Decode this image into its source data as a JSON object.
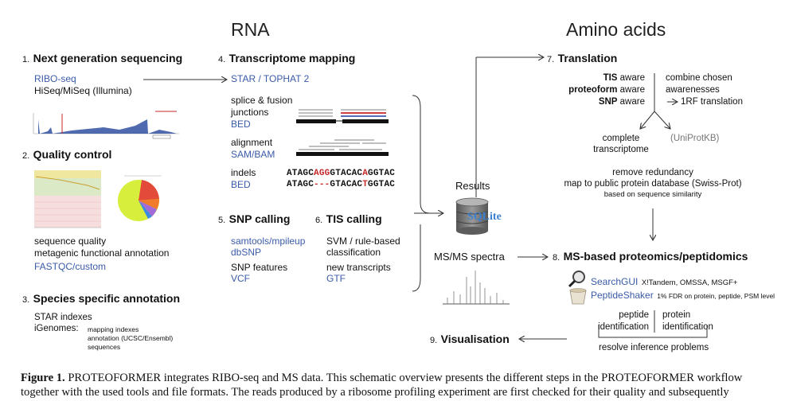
{
  "headers": {
    "rna": "RNA",
    "amino": "Amino acids"
  },
  "s1": {
    "num": "1.",
    "title": "Next generation sequencing",
    "ribo": "RIBO-seq",
    "hiseq": "HiSeq/MiSeq (Illumina)"
  },
  "s2": {
    "num": "2.",
    "title": "Quality control",
    "l1": "sequence quality",
    "l2": "metagenic functional annotation",
    "tool": "FASTQC/custom"
  },
  "s3": {
    "num": "3.",
    "title": "Species specific annotation",
    "l1": "STAR indexes",
    "l2": "iGenomes:",
    "sub1": "mapping indexes",
    "sub2": "annotation (UCSC/Ensembl)",
    "sub3": "sequences"
  },
  "s4": {
    "num": "4.",
    "title": "Transcriptome mapping",
    "tool": "STAR / TOPHAT 2",
    "splice1": "splice & fusion",
    "splice2": "junctions",
    "bed1": "BED",
    "align": "alignment",
    "sambam": "SAM/BAM",
    "indels": "indels",
    "bed2": "BED",
    "seq1": {
      "a": "ATAGC",
      "b": "AGG",
      "c": "GTACAC",
      "d": "A",
      "e": "GGTAC"
    },
    "seq2": {
      "a": "ATAGC",
      "b": "---",
      "c": "GTACAC",
      "d": "T",
      "e": "GGTAC"
    }
  },
  "s5": {
    "num": "5.",
    "title": "SNP calling",
    "tool1": "samtools/mpileup",
    "tool2": "dbSNP",
    "feat": "SNP features",
    "fmt": "VCF"
  },
  "s6": {
    "num": "6.",
    "title": "TIS calling",
    "l1": "SVM / rule-based",
    "l2": "classification",
    "l3": "new transcripts",
    "fmt": "GTF"
  },
  "center": {
    "results": "Results",
    "sqlite": "SQLite",
    "msms": "MS/MS spectra"
  },
  "s7": {
    "num": "7.",
    "title": "Translation",
    "tis_b": "TIS",
    "tis_r": " aware",
    "prot_b": "proteoform",
    "prot_r": " aware",
    "snp_b": "SNP",
    "snp_r": " aware",
    "comb1": "combine chosen",
    "comb2": "awarenesses",
    "rf": "1RF translation",
    "complete1": "complete",
    "complete2": "transcriptome",
    "uniprot": "(UniProtKB)",
    "red1": "remove redundancy",
    "red2": "map to public protein database (Swiss-Prot)",
    "red3": "based on sequence similarity"
  },
  "s8": {
    "num": "8.",
    "title": "MS-based proteomics/peptidomics",
    "sg": "SearchGUI",
    "sg_d": "X!Tandem, OMSSA, MSGF+",
    "ps": "PeptideShaker",
    "ps_d": "1% FDR on protein, peptide, PSM level",
    "pep1": "peptide",
    "pep2": "identification",
    "pro1": "protein",
    "pro2": "identification",
    "resolve": "resolve inference problems"
  },
  "s9": {
    "num": "9.",
    "title": "Visualisation"
  },
  "caption": {
    "fig": "Figure 1.",
    "l1": "  PROTEOFORMER integrates RIBO-seq and MS data. This schematic overview presents the different steps in the PROTEOFORMER workflow",
    "l2": "together with the used tools and file formats. The reads produced by a ribosome profiling experiment are first checked for their quality and subsequently"
  },
  "colors": {
    "blue": "#3a5ba8",
    "red": "#c62828"
  }
}
